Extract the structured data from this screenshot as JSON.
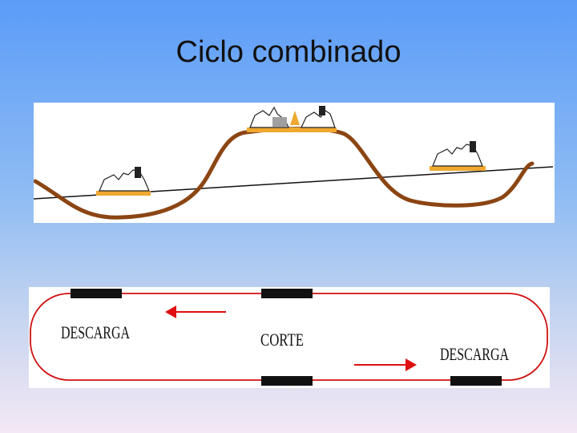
{
  "slide": {
    "title": "Ciclo combinado"
  },
  "track": {
    "label_left": "DESCARGA",
    "label_center": "CORTE",
    "label_right": "DESCARGA"
  },
  "colors": {
    "terrain": "#8b4513",
    "machine_base": "#f0a830",
    "track_outline": "#d01010",
    "arrow": "#e01010",
    "marker": "#111111"
  }
}
